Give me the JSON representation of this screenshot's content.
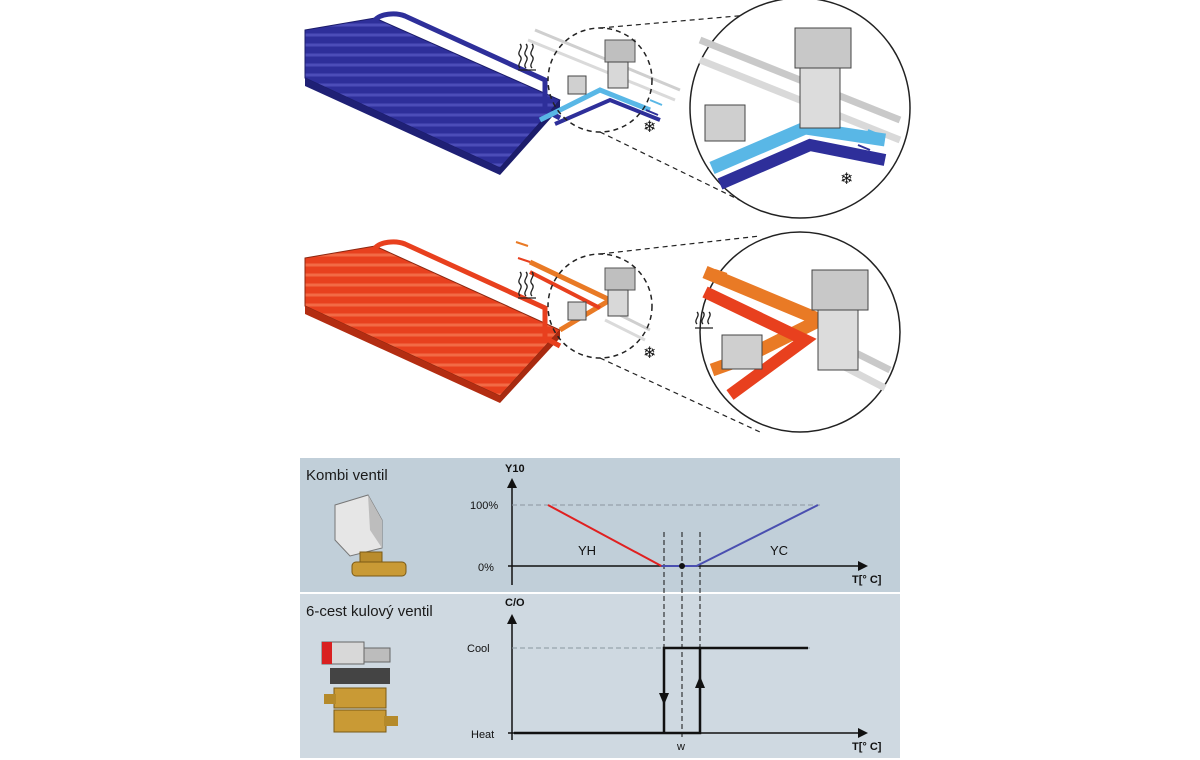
{
  "colors": {
    "cooling_panel": "#2e2f9a",
    "cooling_light": "#59b7e6",
    "heating_panel": "#e8401e",
    "heating_orange": "#e97a25",
    "chart_bg_top": "#c1cfd9",
    "chart_bg_bottom": "#cfd9e1",
    "curve_heat": "#e02020",
    "curve_cool": "#4a4fb0"
  },
  "icons": {
    "heat_symbol": "heat-waves-icon",
    "cool_symbol": "snowflake-icon"
  },
  "panels": {
    "kombi": {
      "title": "Kombi ventil"
    },
    "six_way": {
      "title": "6-cest kulový ventil"
    }
  },
  "chart_data": [
    {
      "type": "line",
      "ylabel": "Y10",
      "xlabel": "T[° C]",
      "y_ticks": [
        "100%",
        "0%"
      ],
      "series": [
        {
          "name": "YH",
          "x": [
            0,
            0.42
          ],
          "values": [
            100,
            0
          ]
        },
        {
          "name": "YC",
          "x": [
            0.55,
            1.0
          ],
          "values": [
            0,
            100
          ]
        }
      ]
    },
    {
      "type": "line",
      "ylabel": "C/O",
      "xlabel": "T[° C]",
      "y_ticks": [
        "Cool",
        "Heat"
      ],
      "x_marker": "w",
      "series": [
        {
          "name": "",
          "states": [
            "Heat",
            "Cool"
          ]
        }
      ]
    }
  ]
}
